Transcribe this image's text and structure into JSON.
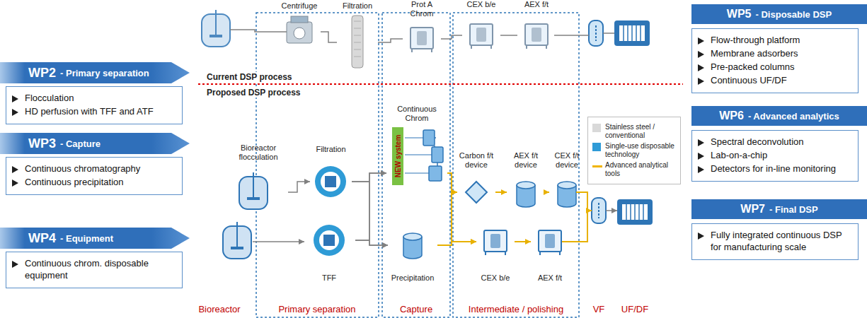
{
  "diagram": {
    "nodes": [
      {
        "text": [
          "WP2",
          "- Primary separation"
        ]
      },
      {
        "text": [
          "Flocculation",
          "HD perfusion with TFF and ATF"
        ]
      },
      {
        "text": [
          "WP3",
          "- Capture"
        ]
      },
      {
        "text": [
          "Continuous chromatography",
          "Continuous precipitation"
        ]
      },
      {
        "text": [
          "WP4",
          "- Equipment"
        ]
      },
      {
        "text": [
          "Continuous chrom. disposable equipment"
        ]
      },
      {
        "text": [
          "Centrifuge"
        ]
      },
      {
        "text": [
          "Filtration"
        ]
      },
      {
        "text": [
          "Prot A Chrom"
        ]
      },
      {
        "text": [
          "CEX b/e"
        ]
      },
      {
        "text": [
          "AEX f/t"
        ]
      },
      {
        "text": [
          "Bioreactor flocculation"
        ]
      },
      {
        "text": [
          "Filtration"
        ]
      },
      {
        "text": [
          "TFF"
        ]
      },
      {
        "text": [
          "Continuous Chrom"
        ]
      },
      {
        "text": [
          "NEW system"
        ],
        "in": 14
      },
      {
        "text": [
          "Precipitation"
        ]
      },
      {
        "text": [
          "Carbon f/t device"
        ]
      },
      {
        "text": [
          "AEX f/t device"
        ]
      },
      {
        "text": [
          "CEX f/t device"
        ]
      },
      {
        "text": [
          "CEX b/e"
        ]
      },
      {
        "text": [
          "AEX f/t"
        ]
      },
      {
        "text": [
          "WP5",
          "- Disposable DSP"
        ]
      },
      {
        "text": [
          "Flow-through platform",
          "Membrane adsorbers",
          "Pre-packed columns",
          "Continuous UF/DF"
        ]
      },
      {
        "text": [
          "WP6",
          "- Advanced analytics"
        ]
      },
      {
        "text": [
          "Spectral deconvolution",
          "Lab-on-a-chip",
          "Detectors for in-line monitoring"
        ]
      },
      {
        "text": [
          "WP7",
          "- Final DSP"
        ]
      },
      {
        "text": [
          "Fully integrated continuous DSP for manufacturing scale"
        ]
      }
    ],
    "edges": [
      {
        "from": 6,
        "to": 7,
        "arrow": "none"
      },
      {
        "from": 7,
        "to": 8,
        "arrow": "none"
      },
      {
        "from": 8,
        "to": 9,
        "arrow": "none"
      },
      {
        "from": 9,
        "to": 10,
        "arrow": "none"
      },
      {
        "from": 11,
        "to": 12,
        "arrow": "to"
      },
      {
        "from": 12,
        "to": 14,
        "arrow": "to"
      },
      {
        "from": 12,
        "to": 16,
        "arrow": "to"
      },
      {
        "from": 13,
        "to": 14,
        "arrow": "to"
      },
      {
        "from": 13,
        "to": 16,
        "arrow": "to"
      },
      {
        "from": 14,
        "to": 17,
        "arrow": "to"
      },
      {
        "from": 14,
        "to": 20,
        "arrow": "to"
      },
      {
        "from": 16,
        "to": 17,
        "arrow": "to"
      },
      {
        "from": 16,
        "to": 20,
        "arrow": "to"
      },
      {
        "from": 17,
        "to": 18,
        "arrow": "to"
      },
      {
        "from": 18,
        "to": 19,
        "arrow": "to"
      },
      {
        "from": 20,
        "to": 21,
        "arrow": "to"
      }
    ],
    "labels": [
      "Current DSP process",
      "Proposed DSP process",
      "Bioreactor",
      "Primary separation",
      "Capture",
      "Intermediate / polishing",
      "VF",
      "UF/DF"
    ],
    "legend": [
      {
        "text": "Stainless steel / conventional",
        "color": "#d9d9d9"
      },
      {
        "text": "Single-use disposable technology",
        "color": "#2f9bd7"
      },
      {
        "text": "Advanced analytical tools"
      }
    ]
  }
}
